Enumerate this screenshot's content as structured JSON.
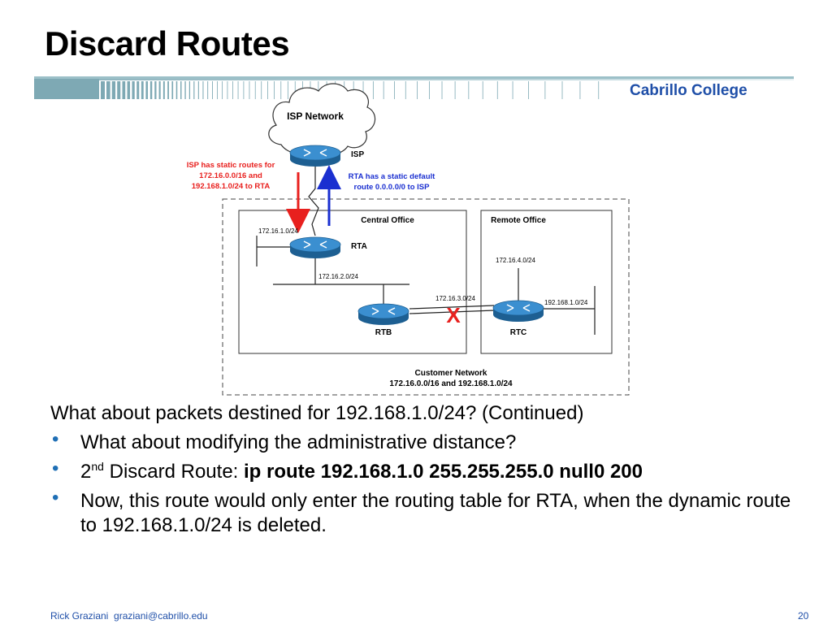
{
  "slide": {
    "title": "Discard Routes",
    "college": "Cabrillo College",
    "page_number": "20",
    "footer": {
      "author": "Rick Graziani",
      "email": "graziani@cabrillo.edu"
    }
  },
  "diagram": {
    "isp_cloud_label": "ISP Network",
    "isp_router_label": "ISP",
    "isp_note_lines": [
      "ISP has static routes for",
      "172.16.0.0/16 and",
      "192.168.1.0/24 to RTA"
    ],
    "rta_note_lines": [
      "RTA has a static default",
      "route 0.0.0.0/0 to ISP"
    ],
    "central_office_label": "Central Office",
    "remote_office_label": "Remote Office",
    "customer_network_lines": [
      "Customer Network",
      "172.16.0.0/16 and 192.168.1.0/24"
    ],
    "routers": {
      "rta": "RTA",
      "rtb": "RTB",
      "rtc": "RTC"
    },
    "subnets": {
      "s1": "172.16.1.0/24",
      "s2": "172.16.2.0/24",
      "s3": "172.16.3.0/24",
      "s4": "172.16.4.0/24",
      "s5": "192.168.1.0/24"
    },
    "failure_mark": "X",
    "colors": {
      "isp_note": "#e8201e",
      "rta_note": "#1a2fd0",
      "failure": "#e8201e",
      "router": "#2a7fc0"
    }
  },
  "content": {
    "intro": "What about packets destined for 192.168.1.0/24? (Continued)",
    "bullet1": "What about modifying the administrative distance?",
    "bullet2_prefix": "2",
    "bullet2_sup": "nd",
    "bullet2_text": " Discard Route:  ",
    "bullet2_cmd": "ip route 192.168.1.0 255.255.255.0 null0 200",
    "bullet3": "Now, this route would only enter the routing table for RTA, when the dynamic route to 192.168.1.0/24 is deleted."
  }
}
